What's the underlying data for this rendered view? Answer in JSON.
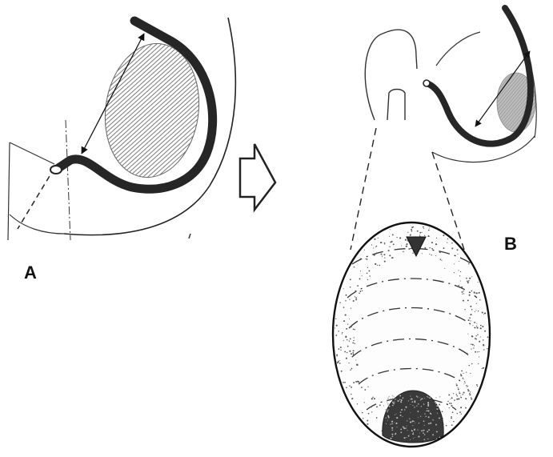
{
  "panels": [
    {
      "id": "A",
      "label": "A"
    },
    {
      "id": "B",
      "label": "B"
    }
  ],
  "colors": {
    "ink": "#1a1a1a",
    "wall": "#2a2a2a",
    "hatch": "#8a8a8a",
    "stipple": "#444444",
    "background": "#ffffff"
  }
}
